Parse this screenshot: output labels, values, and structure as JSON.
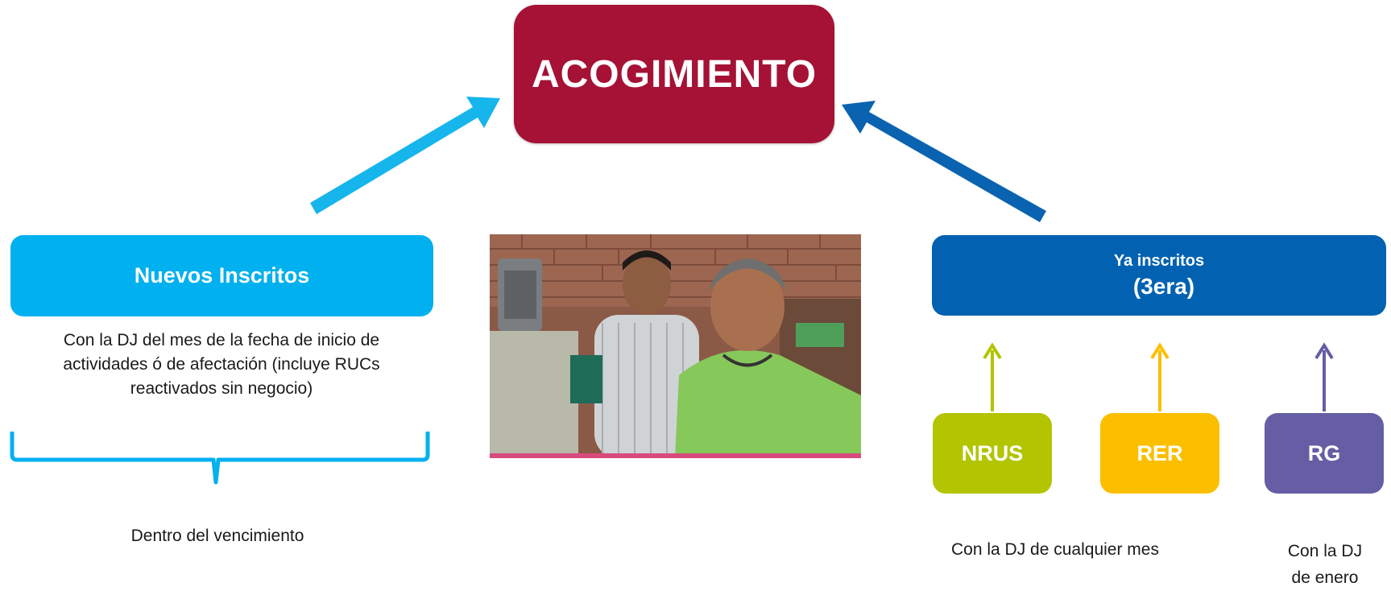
{
  "diagram": {
    "center": {
      "title": "ACOGIMIENTO"
    },
    "left": {
      "header": "Nuevos Inscritos",
      "description": "Con la DJ del mes de la fecha de inicio de actividades ó de afectación (incluye RUCs reactivados sin negocio)",
      "deadline_label": "Dentro del vencimiento"
    },
    "right": {
      "header_line1": "Ya inscritos",
      "header_line2": "(3era)",
      "regimes": [
        {
          "label": "NRUS",
          "color": "#b3c401"
        },
        {
          "label": "RER",
          "color": "#fcbf00"
        },
        {
          "label": "RG",
          "color": "#655ea4"
        }
      ],
      "note_any_month": "Con la DJ de cualquier mes",
      "note_january_line1": "Con la DJ",
      "note_january_line2": "de enero"
    }
  },
  "colors": {
    "acogimiento": "#a51235",
    "nuevos": "#00b0ef",
    "ya_inscritos": "#0262b1",
    "arrow_left": "#16b5ec",
    "arrow_right": "#0a63b0"
  },
  "icons": [
    "photo-workers"
  ]
}
